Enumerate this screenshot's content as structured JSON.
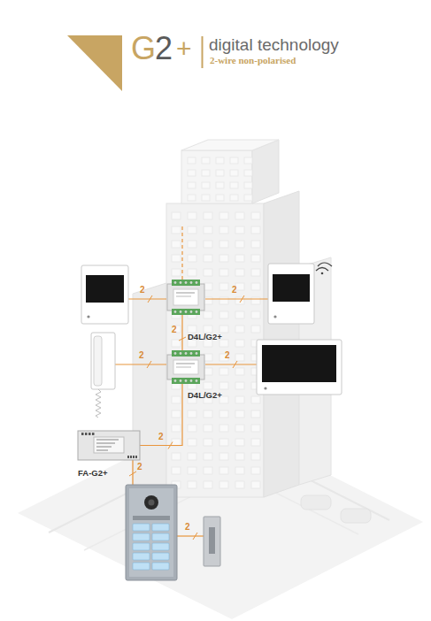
{
  "diagram": {
    "nodes": [
      {
        "text": [
          "D4L/G2+"
        ]
      },
      {
        "text": [
          "D4L/G2+"
        ]
      },
      {
        "text": [
          "FA-G2+"
        ]
      }
    ],
    "edges": [
      {
        "from": 0,
        "to": 1,
        "arrow": "none",
        "label": "2"
      },
      {
        "from": 1,
        "to": 2,
        "arrow": "none",
        "label": "2"
      }
    ],
    "labels": [
      "G",
      "2",
      "+",
      "digital technology",
      "2-wire non-polarised",
      "2",
      "2",
      "2",
      "2",
      "2",
      "2"
    ]
  }
}
